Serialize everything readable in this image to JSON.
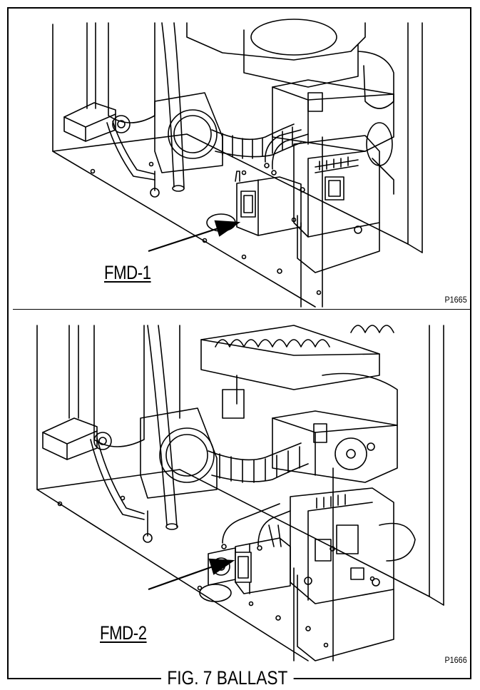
{
  "figure": {
    "caption": "FIG. 7 BALLAST",
    "panels": [
      {
        "label": "FMD-1",
        "code": "P1665"
      },
      {
        "label": "FMD-2",
        "code": "P1666"
      }
    ]
  },
  "colors": {
    "ink": "#000000",
    "paper": "#ffffff",
    "shade": "#d9d9d9"
  }
}
